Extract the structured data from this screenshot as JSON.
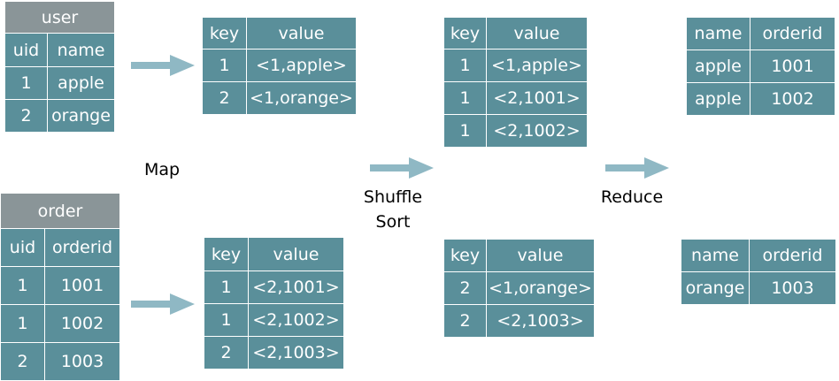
{
  "colors": {
    "cell": "#5a8f9a",
    "caption": "#8a9598",
    "arrow": "#8fb8c4"
  },
  "tables": {
    "user": {
      "title": "user",
      "headers": [
        "uid",
        "name"
      ],
      "rows": [
        [
          "1",
          "apple"
        ],
        [
          "2",
          "orange"
        ]
      ]
    },
    "order": {
      "title": "order",
      "headers": [
        "uid",
        "orderid"
      ],
      "rows": [
        [
          "1",
          "1001"
        ],
        [
          "1",
          "1002"
        ],
        [
          "2",
          "1003"
        ]
      ]
    },
    "map1": {
      "headers": [
        "key",
        "value"
      ],
      "rows": [
        [
          "1",
          "<1,apple>"
        ],
        [
          "2",
          "<1,orange>"
        ]
      ]
    },
    "map2": {
      "headers": [
        "key",
        "value"
      ],
      "rows": [
        [
          "1",
          "<2,1001>"
        ],
        [
          "1",
          "<2,1002>"
        ],
        [
          "2",
          "<2,1003>"
        ]
      ]
    },
    "shuf1": {
      "headers": [
        "key",
        "value"
      ],
      "rows": [
        [
          "1",
          "<1,apple>"
        ],
        [
          "1",
          "<2,1001>"
        ],
        [
          "1",
          "<2,1002>"
        ]
      ]
    },
    "shuf2": {
      "headers": [
        "key",
        "value"
      ],
      "rows": [
        [
          "2",
          "<1,orange>"
        ],
        [
          "2",
          "<2,1003>"
        ]
      ]
    },
    "red1": {
      "headers": [
        "name",
        "orderid"
      ],
      "rows": [
        [
          "apple",
          "1001"
        ],
        [
          "apple",
          "1002"
        ]
      ]
    },
    "red2": {
      "headers": [
        "name",
        "orderid"
      ],
      "rows": [
        [
          "orange",
          "1003"
        ]
      ]
    }
  },
  "labels": {
    "map": "Map",
    "shuffle": "Shuffle",
    "sort": "Sort",
    "reduce": "Reduce"
  },
  "icons": {
    "arrow": "right-arrow-icon"
  }
}
